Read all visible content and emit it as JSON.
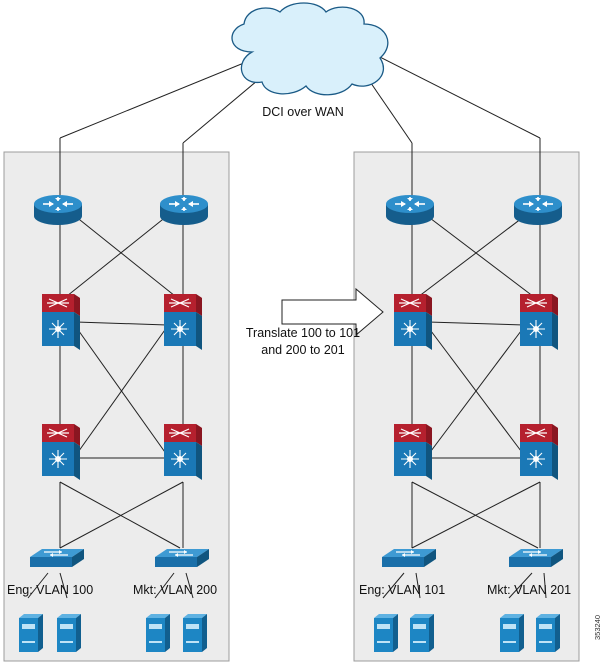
{
  "wan_label": "DCI over WAN",
  "translate_note": {
    "line1": "Translate 100 to 101",
    "line2": "and 200 to 201"
  },
  "left_dc": {
    "vlan_eng": "Eng: VLAN 100",
    "vlan_mkt": "Mkt: VLAN 200"
  },
  "right_dc": {
    "vlan_eng": "Eng: VLAN 101",
    "vlan_mkt": "Mkt: VLAN 201"
  },
  "figure_id": "353240",
  "colors": {
    "router": "#1f7fb8",
    "switch_top": "#b5202e",
    "switch_body": "#1a78b6",
    "server": "#1d86c4",
    "panel": "#ececec",
    "cloud": "#d9f0fb"
  }
}
